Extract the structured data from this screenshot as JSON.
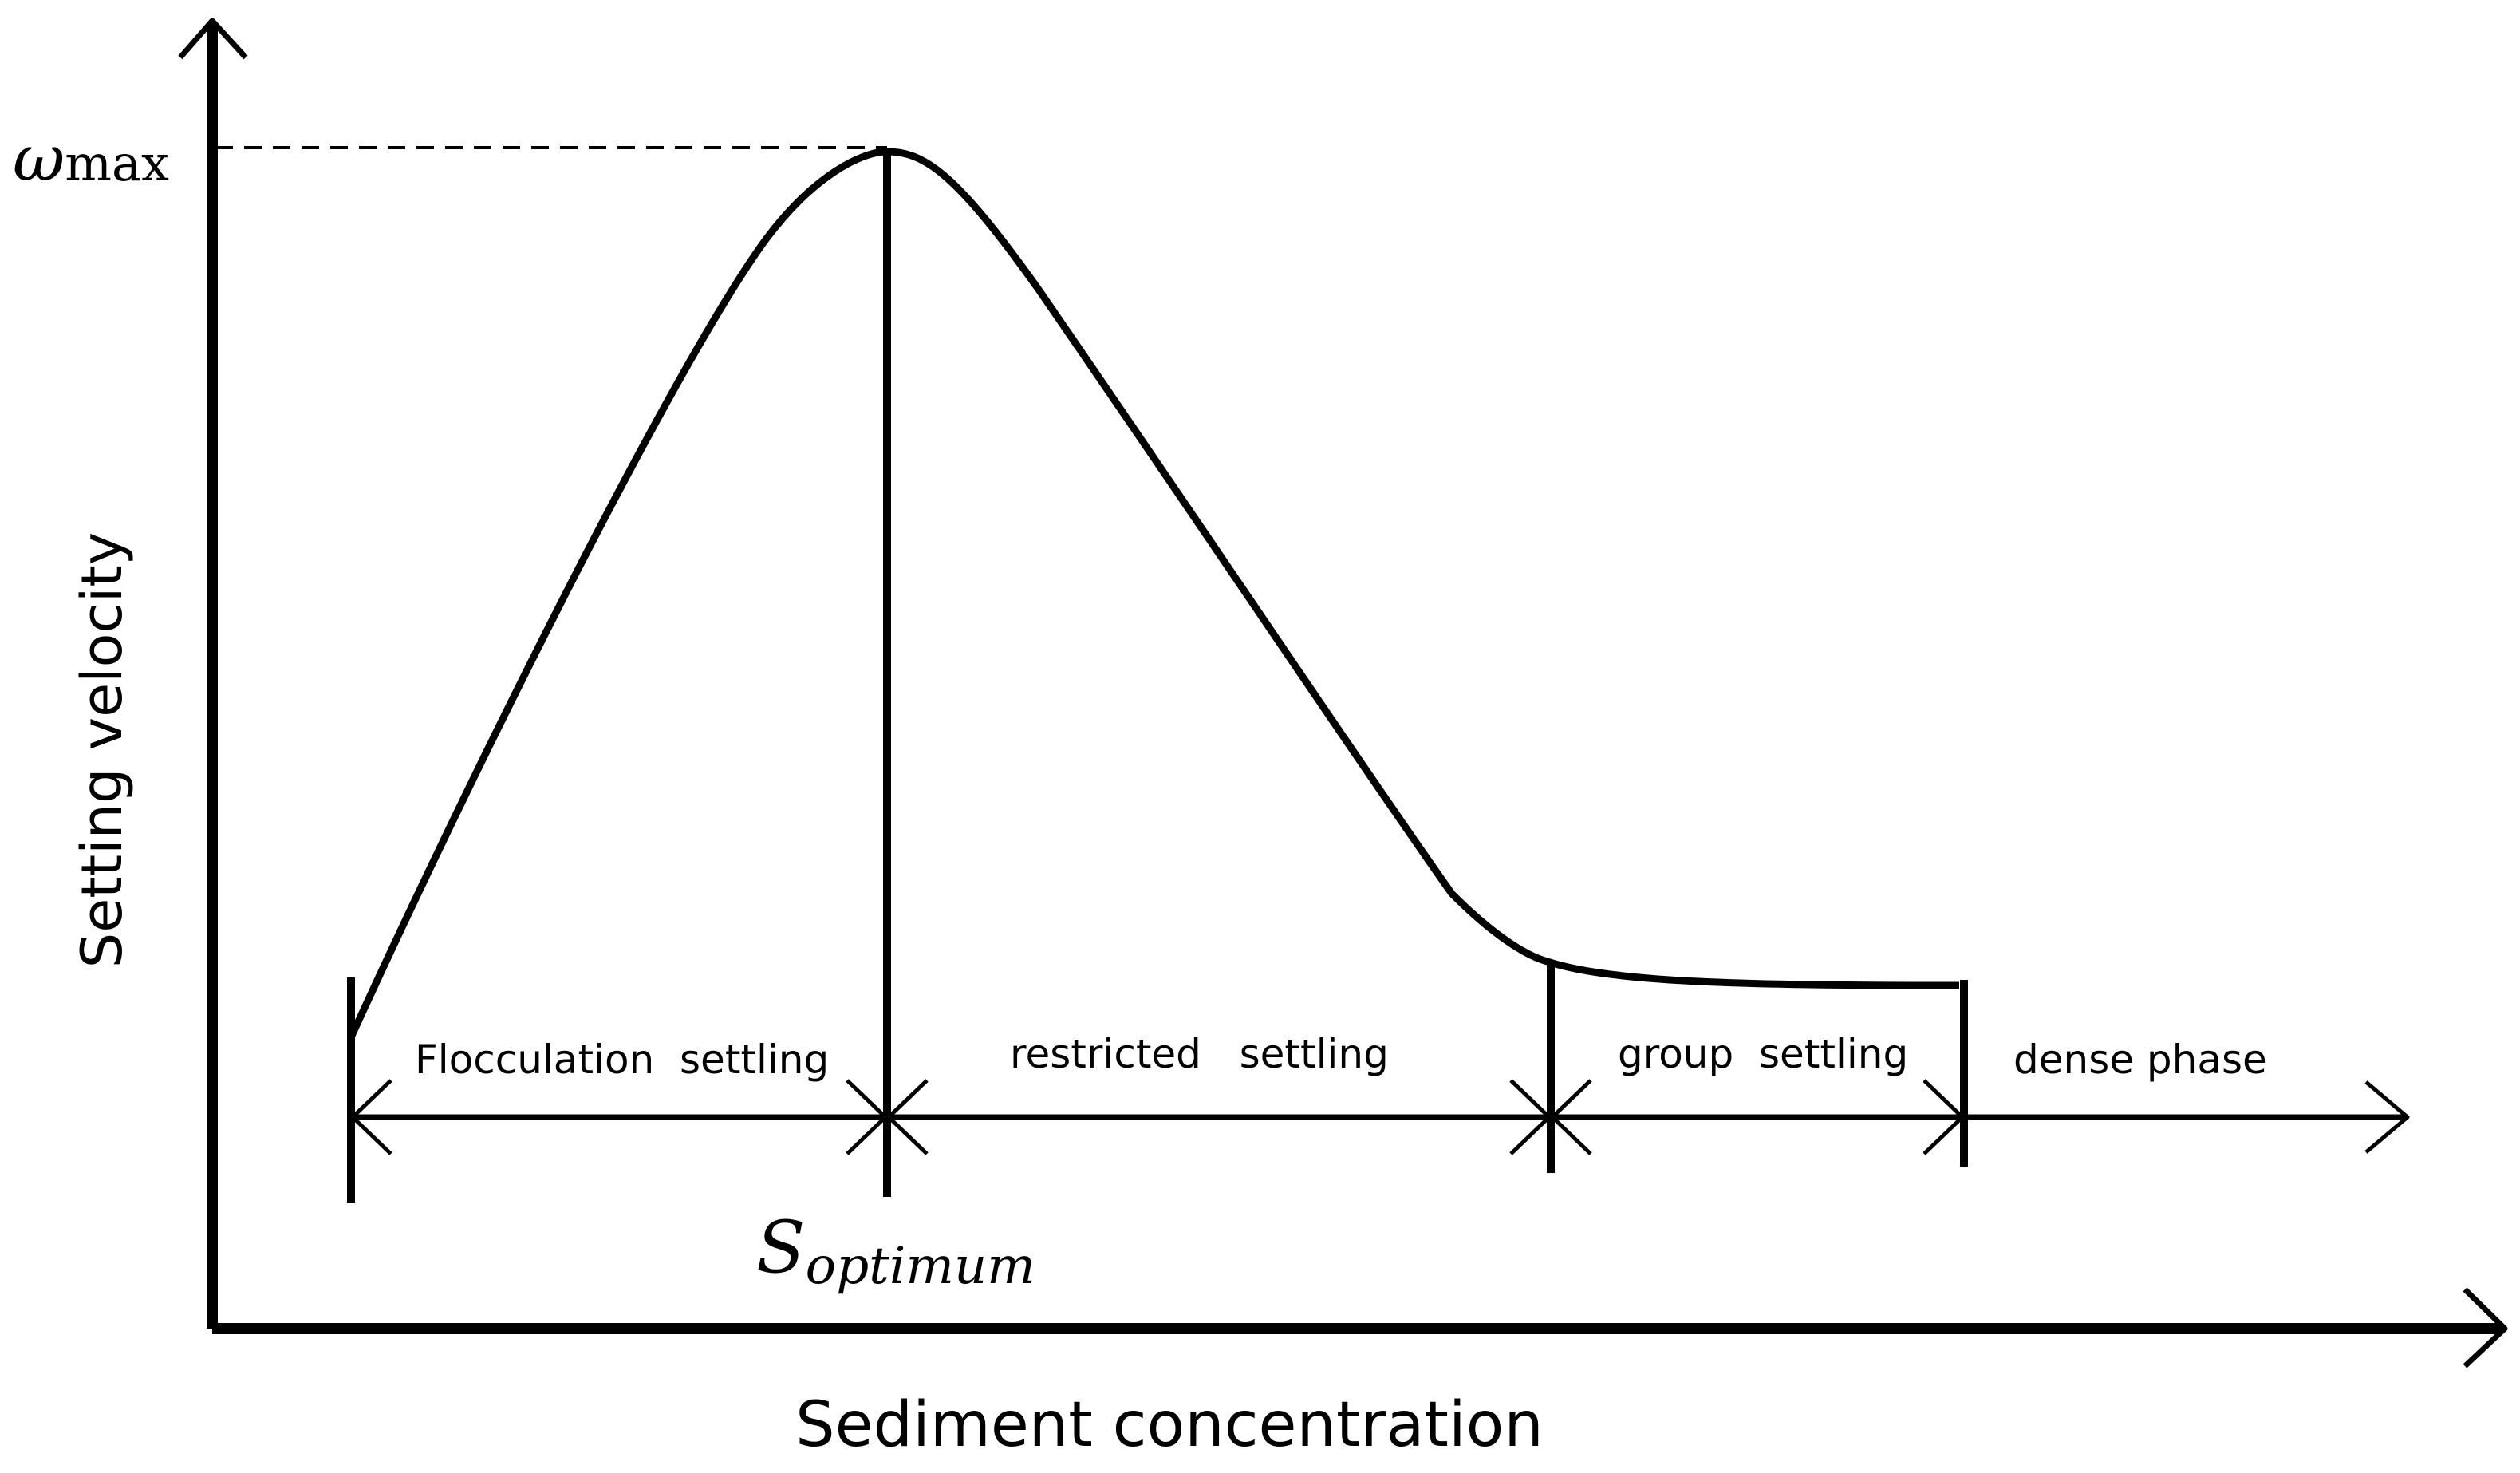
{
  "axes": {
    "x_label": "Sediment concentration",
    "y_label": "Setting velocity"
  },
  "peak": {
    "y_marker_base": "ω",
    "y_marker_sub": "max",
    "x_marker_base": "S",
    "x_marker_sub": "optimum"
  },
  "regions": [
    {
      "label": "Flocculation  settling"
    },
    {
      "label": "restricted   settling"
    },
    {
      "label": "group  settling"
    },
    {
      "label": "dense phase"
    }
  ],
  "colors": {
    "line": "#000000",
    "background": "#ffffff"
  }
}
